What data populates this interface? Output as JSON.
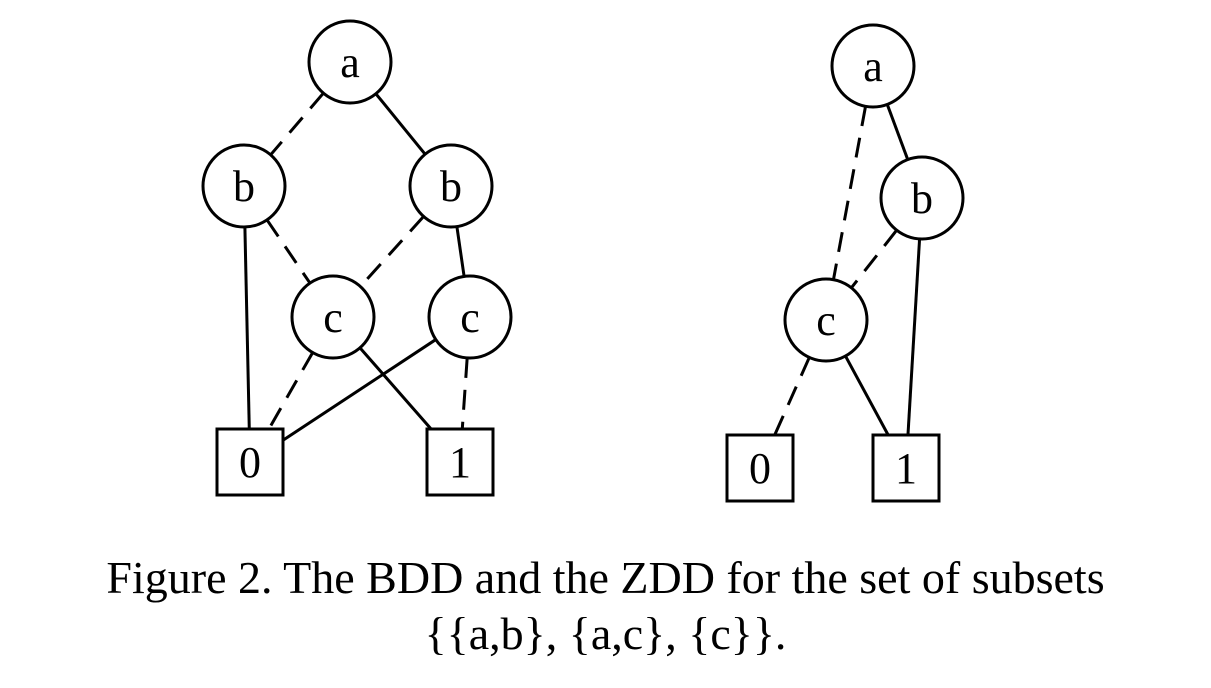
{
  "diagrams": [
    {
      "id": "bdd",
      "nodes": [
        {
          "id": "a",
          "label": "a",
          "shape": "circle"
        },
        {
          "id": "b1",
          "label": "b",
          "shape": "circle"
        },
        {
          "id": "b2",
          "label": "b",
          "shape": "circle"
        },
        {
          "id": "c1",
          "label": "c",
          "shape": "circle"
        },
        {
          "id": "c2",
          "label": "c",
          "shape": "circle"
        },
        {
          "id": "t0",
          "label": "0",
          "shape": "square"
        },
        {
          "id": "t1",
          "label": "1",
          "shape": "square"
        }
      ],
      "edges": [
        {
          "from": "a",
          "to": "b1",
          "style": "dashed"
        },
        {
          "from": "a",
          "to": "b2",
          "style": "solid"
        },
        {
          "from": "b1",
          "to": "t0",
          "style": "solid"
        },
        {
          "from": "b1",
          "to": "c1",
          "style": "dashed"
        },
        {
          "from": "b2",
          "to": "c1",
          "style": "dashed"
        },
        {
          "from": "b2",
          "to": "c2",
          "style": "solid"
        },
        {
          "from": "c1",
          "to": "t0",
          "style": "dashed"
        },
        {
          "from": "c1",
          "to": "t1",
          "style": "solid"
        },
        {
          "from": "c2",
          "to": "t0",
          "style": "solid"
        },
        {
          "from": "c2",
          "to": "t1",
          "style": "dashed"
        }
      ]
    },
    {
      "id": "zdd",
      "nodes": [
        {
          "id": "a",
          "label": "a",
          "shape": "circle"
        },
        {
          "id": "b",
          "label": "b",
          "shape": "circle"
        },
        {
          "id": "c",
          "label": "c",
          "shape": "circle"
        },
        {
          "id": "t0",
          "label": "0",
          "shape": "square"
        },
        {
          "id": "t1",
          "label": "1",
          "shape": "square"
        }
      ],
      "edges": [
        {
          "from": "a",
          "to": "b",
          "style": "solid"
        },
        {
          "from": "a",
          "to": "c",
          "style": "dashed"
        },
        {
          "from": "b",
          "to": "c",
          "style": "dashed"
        },
        {
          "from": "b",
          "to": "t1",
          "style": "solid"
        },
        {
          "from": "c",
          "to": "t0",
          "style": "dashed"
        },
        {
          "from": "c",
          "to": "t1",
          "style": "solid"
        }
      ]
    }
  ],
  "caption": {
    "line1": "Figure 2. The BDD and the ZDD for the set of subsets",
    "line2": "{{a,b}, {a,c}, {c}}."
  }
}
